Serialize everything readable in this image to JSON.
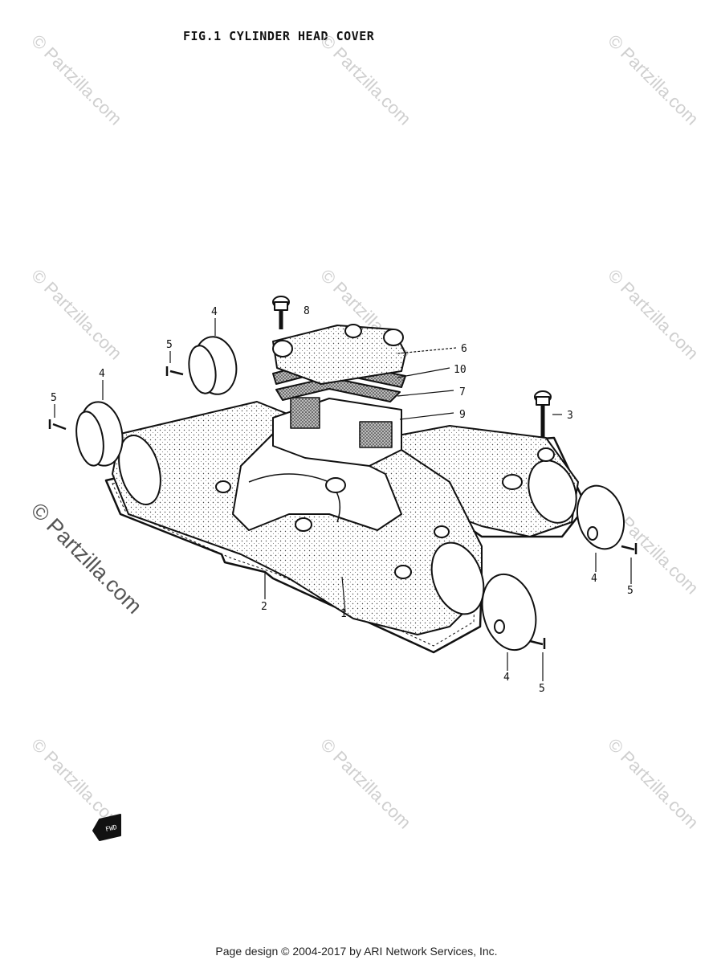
{
  "figure": {
    "title": "FIG.1  CYLINDER HEAD COVER"
  },
  "callouts": [
    {
      "id": "callout-1",
      "text": "1"
    },
    {
      "id": "callout-2",
      "text": "2"
    },
    {
      "id": "callout-3",
      "text": "3"
    },
    {
      "id": "callout-4a",
      "text": "4"
    },
    {
      "id": "callout-4b",
      "text": "4"
    },
    {
      "id": "callout-4c",
      "text": "4"
    },
    {
      "id": "callout-4d",
      "text": "4"
    },
    {
      "id": "callout-5a",
      "text": "5"
    },
    {
      "id": "callout-5b",
      "text": "5"
    },
    {
      "id": "callout-5c",
      "text": "5"
    },
    {
      "id": "callout-5d",
      "text": "5"
    },
    {
      "id": "callout-6",
      "text": "6"
    },
    {
      "id": "callout-7",
      "text": "7"
    },
    {
      "id": "callout-8",
      "text": "8"
    },
    {
      "id": "callout-9",
      "text": "9"
    },
    {
      "id": "callout-10",
      "text": "10"
    }
  ],
  "fwd_badge": "FWD",
  "watermark": {
    "small": "© Partzilla.com",
    "large": "© Partzilla.com"
  },
  "footer": {
    "credit": "Page design © 2004-2017 by ARI Network Services, Inc."
  }
}
